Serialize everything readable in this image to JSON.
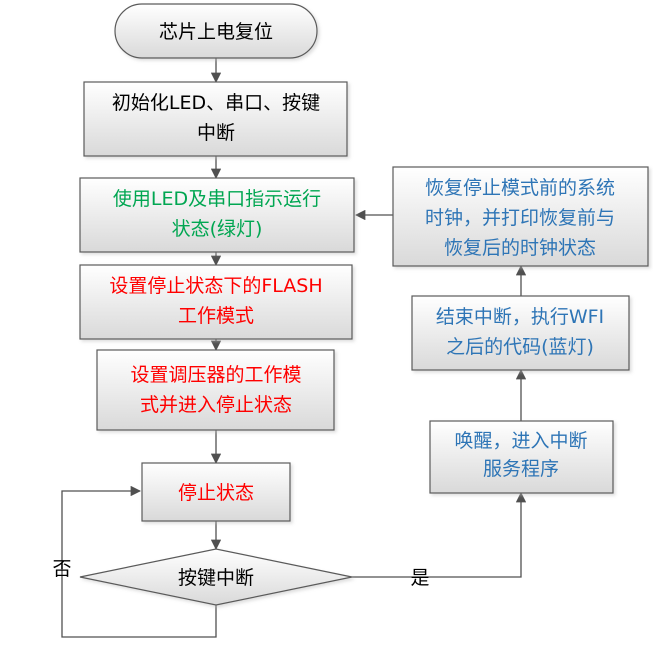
{
  "colors": {
    "black": "#000000",
    "green": "#00a651",
    "red": "#ff0000",
    "blue": "#2e75b6",
    "box_fill_top": "#ffffff",
    "box_fill_bottom": "#d9d9d9",
    "border": "#5a5a5a",
    "arrow": "#505050"
  },
  "nodes": {
    "start": {
      "lines": [
        "芯片上电复位"
      ],
      "color": "black"
    },
    "init": {
      "lines": [
        "初始化LED、串口、按键",
        "中断"
      ],
      "color": "black"
    },
    "indicate": {
      "lines": [
        "使用LED及串口指示运行",
        "状态(绿灯)"
      ],
      "color": "green"
    },
    "flash": {
      "lines": [
        "设置停止状态下的FLASH",
        "工作模式"
      ],
      "color": "red"
    },
    "regulator": {
      "lines": [
        "设置调压器的工作模",
        "式并进入停止状态"
      ],
      "color": "red"
    },
    "stop": {
      "lines": [
        "停止状态"
      ],
      "color": "red"
    },
    "key": {
      "lines": [
        "按键中断"
      ],
      "color": "black"
    },
    "wake": {
      "lines": [
        "唤醒，进入中断",
        "服务程序"
      ],
      "color": "blue"
    },
    "end_irq": {
      "lines": [
        "结束中断，执行WFI",
        "之后的代码(蓝灯)"
      ],
      "color": "blue"
    },
    "restore": {
      "lines": [
        "恢复停止模式前的系统",
        "时钟，并打印恢复前与",
        "恢复后的时钟状态"
      ],
      "color": "blue"
    }
  },
  "edge_labels": {
    "no": "否",
    "yes": "是"
  }
}
